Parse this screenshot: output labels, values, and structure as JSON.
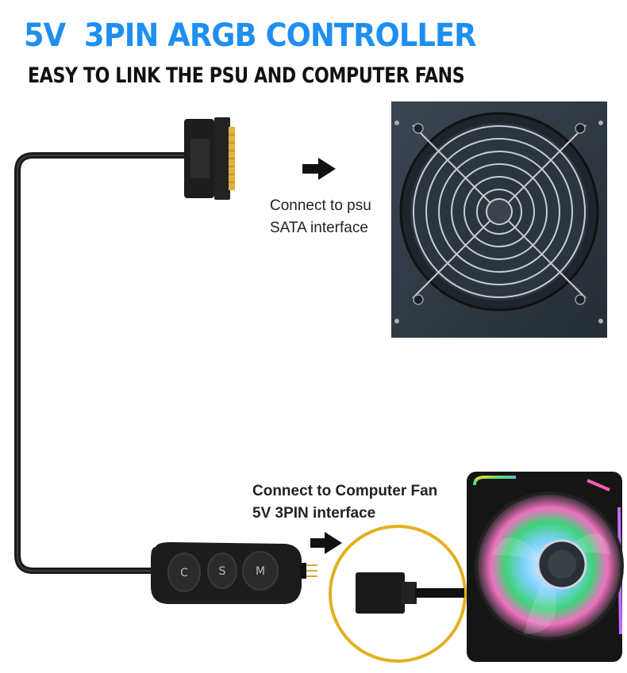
{
  "header": {
    "title": "5V  3PIN ARGB CONTROLLER",
    "subtitle": "EASY TO LINK THE PSU AND COMPUTER FANS"
  },
  "psu_callout": {
    "line1": "Connect to psu",
    "line2": "SATA interface",
    "arrow_icon": "arrow-right-icon"
  },
  "fan_callout": {
    "line1": "Connect to Computer Fan",
    "line2": "5V 3PIN interface",
    "arrow_icon": "arrow-right-icon"
  },
  "controller": {
    "buttons": [
      {
        "label": "C"
      },
      {
        "label": "S"
      },
      {
        "label": "M"
      }
    ]
  },
  "colors": {
    "title": "#1e8ff0",
    "subtitle": "#111111",
    "highlight_ring": "#e2b020",
    "cable": "#1a1a1a"
  }
}
